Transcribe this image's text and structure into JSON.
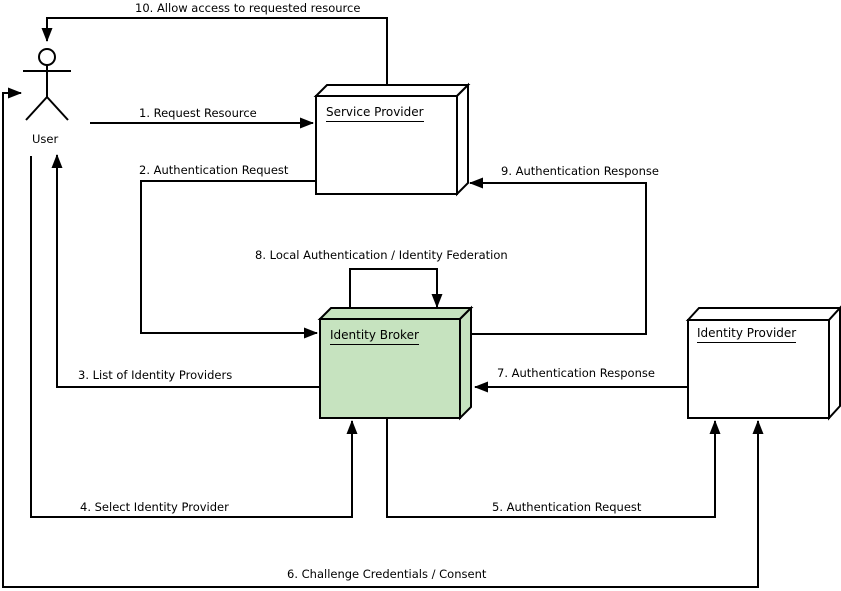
{
  "diagram": {
    "background_color": "#ffffff",
    "line_color": "#000000",
    "actor": {
      "label": "User"
    },
    "nodes": {
      "service_provider": {
        "label": "Service Provider",
        "fill": "#ffffff"
      },
      "identity_broker": {
        "label": "Identity Broker",
        "fill": "#c6e3bf"
      },
      "identity_provider": {
        "label": "Identity Provider",
        "fill": "#ffffff"
      }
    },
    "messages": {
      "m1": {
        "label": "1. Request Resource",
        "from": "User",
        "to": "Service Provider",
        "bidirectional": false
      },
      "m2": {
        "label": "2. Authentication Request",
        "from": "Service Provider",
        "to": "Identity Broker",
        "bidirectional": false
      },
      "m3": {
        "label": "3. List of Identity Providers",
        "from": "Identity Broker",
        "to": "User",
        "bidirectional": false
      },
      "m4": {
        "label": "4. Select Identity Provider",
        "from": "User",
        "to": "Identity Broker",
        "bidirectional": false
      },
      "m5": {
        "label": "5. Authentication Request",
        "from": "Identity Broker",
        "to": "Identity Provider",
        "bidirectional": false
      },
      "m6": {
        "label": "6. Challenge Credentials / Consent",
        "from": "Identity Provider",
        "to": "User",
        "bidirectional": true
      },
      "m7": {
        "label": "7. Authentication Response",
        "from": "Identity Provider",
        "to": "Identity Broker",
        "bidirectional": false
      },
      "m8": {
        "label": "8. Local Authentication / Identity Federation",
        "from": "Identity Broker",
        "to": "Identity Broker",
        "bidirectional": false
      },
      "m9": {
        "label": "9. Authentication Response",
        "from": "Identity Broker",
        "to": "Service Provider",
        "bidirectional": false
      },
      "m10": {
        "label": "10. Allow access to requested resource",
        "from": "Service Provider",
        "to": "User",
        "bidirectional": false
      }
    }
  }
}
